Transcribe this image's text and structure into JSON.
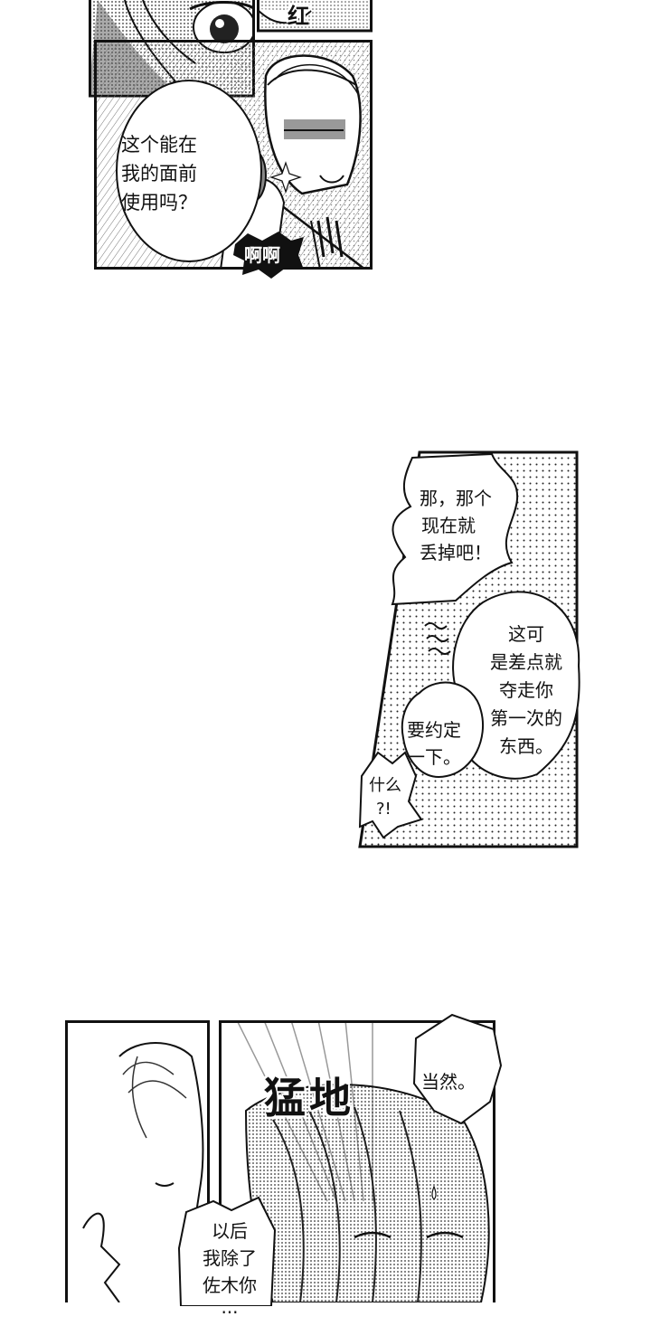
{
  "panel1": {
    "sfx_top": "红",
    "bubble_lines": [
      "这个能在",
      "我的面前",
      "使用吗？"
    ],
    "sfx_ahah": "啊啊"
  },
  "panel2": {
    "bubble_a_lines": [
      "那，那个",
      "现在就",
      "丢掉吧！"
    ],
    "bubble_b_lines": [
      "这可",
      "是差点就",
      "夺走你",
      "第一次的",
      "东西。"
    ],
    "bubble_c_lines": [
      "要约定",
      "一下。"
    ],
    "bubble_d_lines": [
      "什么",
      "?!"
    ]
  },
  "panel3": {
    "bubble_a": "当然。",
    "sfx_big": "猛地",
    "bubble_b_lines": [
      "以后",
      "我除了",
      "佐木你",
      "···"
    ]
  }
}
